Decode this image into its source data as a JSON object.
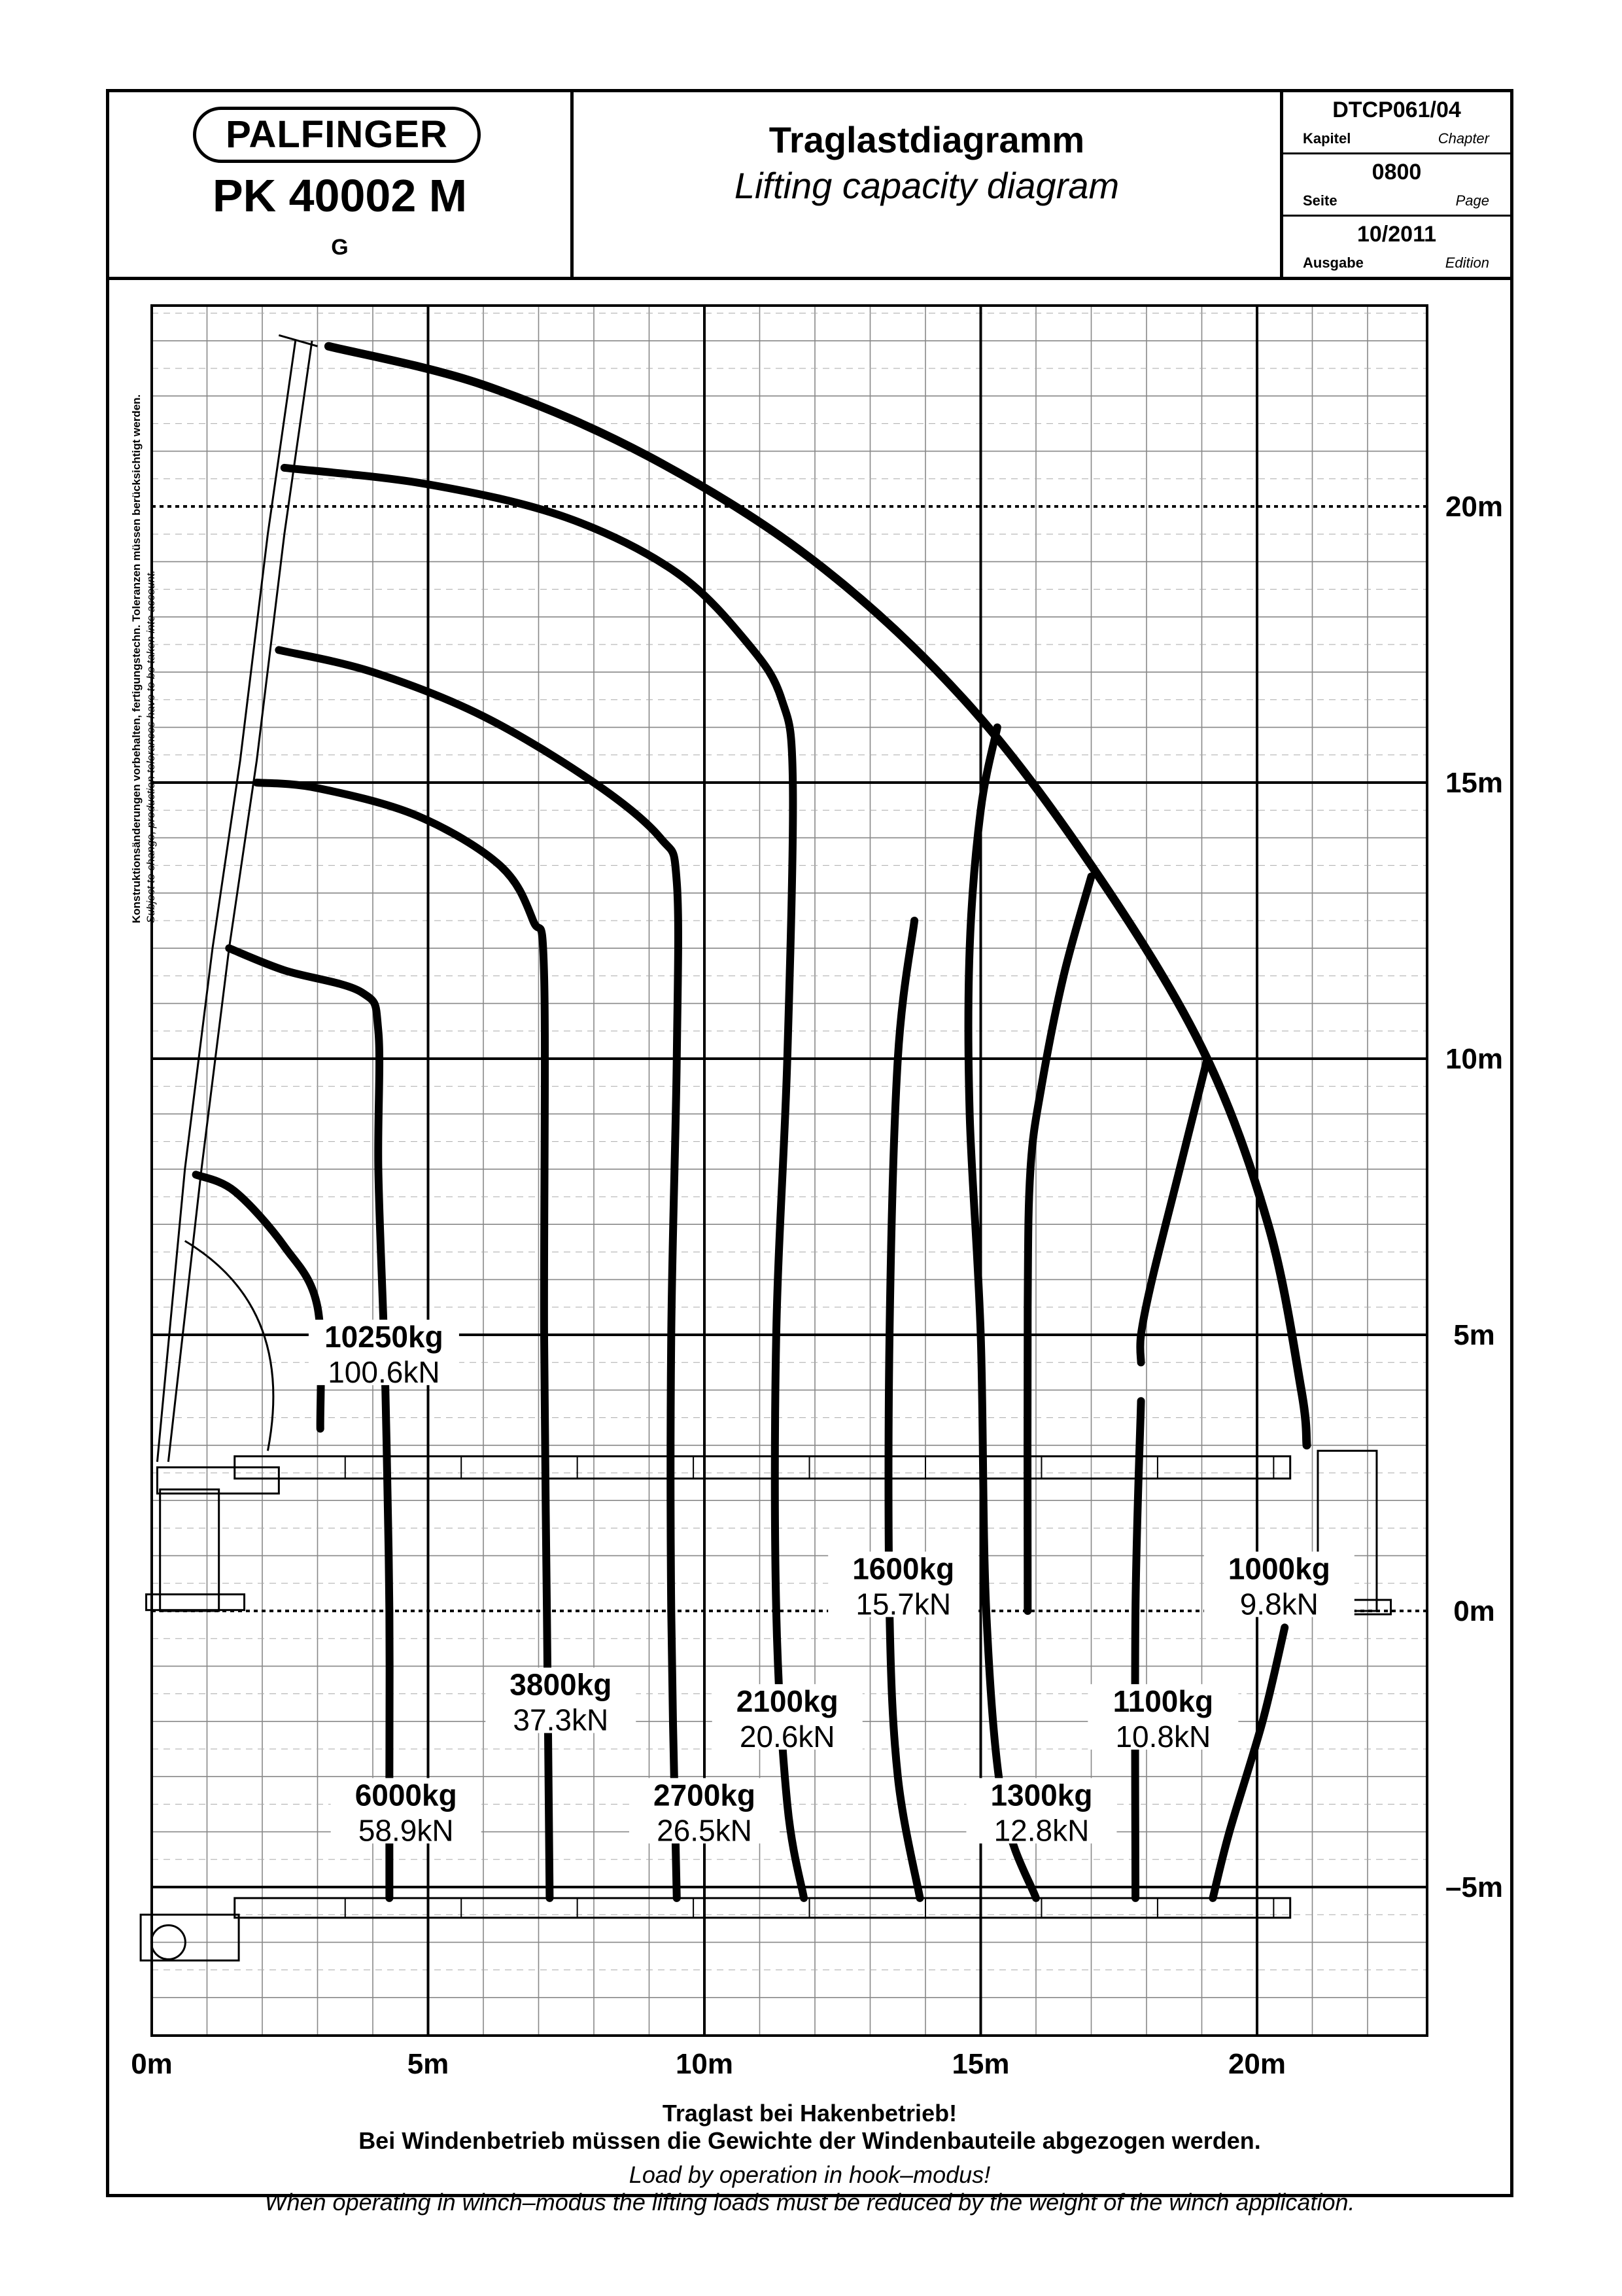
{
  "header": {
    "brand": "PALFINGER",
    "model": "PK 40002 M",
    "variant": "G",
    "title_de": "Traglastdiagramm",
    "title_en": "Lifting capacity diagram",
    "doc_number": "DTCP061/04",
    "chapter_de": "Kapitel",
    "chapter_en": "Chapter",
    "page_number": "0800",
    "page_de": "Seite",
    "page_en": "Page",
    "edition": "10/2011",
    "edition_de": "Ausgabe",
    "edition_en": "Edition"
  },
  "side_note": {
    "de": "Konstruktionsänderungen vorbehalten, fertigungstechn. Toleranzen müssen berücksichtigt werden.",
    "en": "Subject to change, production tolerances have to be taken into account."
  },
  "footer": {
    "line1_de": "Traglast bei Hakenbetrieb!",
    "line2_de": "Bei Windenbetrieb müssen die Gewichte der Windenbauteile abgezogen werden.",
    "line1_en": "Load by operation in hook–modus!",
    "line2_en": "When operating in winch–modus the lifting loads must be reduced by the weight of the winch application."
  },
  "chart_data": {
    "type": "line",
    "x_ticks": [
      "0m",
      "5m",
      "10m",
      "15m",
      "20m"
    ],
    "y_ticks": [
      "20m",
      "15m",
      "10m",
      "5m",
      "0m",
      "–5m"
    ],
    "xlim": [
      0,
      23
    ],
    "ylim": [
      -7,
      24.5
    ],
    "grid": true,
    "series": [
      {
        "load_kg": "10250kg",
        "load_kn": "100.6kN",
        "label_at": [
          4.2,
          4.8
        ],
        "points": [
          [
            0.8,
            7.9
          ],
          [
            1.5,
            7.6
          ],
          [
            2.4,
            6.6
          ],
          [
            3.0,
            5.5
          ],
          [
            3.05,
            3.3
          ]
        ]
      },
      {
        "load_kg": "6000kg",
        "load_kn": "58.9kN",
        "label_at": [
          4.6,
          -3.5
        ],
        "points": [
          [
            1.4,
            12.0
          ],
          [
            2.4,
            11.6
          ],
          [
            3.8,
            11.2
          ],
          [
            4.1,
            10.5
          ],
          [
            4.1,
            8.0
          ],
          [
            4.2,
            5.0
          ],
          [
            4.25,
            3.0
          ],
          [
            4.3,
            0.0
          ],
          [
            4.3,
            -3.0
          ],
          [
            4.3,
            -5.2
          ]
        ]
      },
      {
        "load_kg": "3800kg",
        "load_kn": "37.3kN",
        "label_at": [
          7.4,
          -1.5
        ],
        "points": [
          [
            1.9,
            15.0
          ],
          [
            3.0,
            14.9
          ],
          [
            4.8,
            14.4
          ],
          [
            6.3,
            13.5
          ],
          [
            6.9,
            12.5
          ],
          [
            7.1,
            11.5
          ],
          [
            7.1,
            5.0
          ],
          [
            7.15,
            0.0
          ],
          [
            7.2,
            -5.2
          ]
        ]
      },
      {
        "load_kg": "2700kg",
        "load_kn": "26.5kN",
        "label_at": [
          10.0,
          -3.5
        ],
        "points": [
          [
            2.3,
            17.4
          ],
          [
            4.0,
            17.0
          ],
          [
            6.0,
            16.2
          ],
          [
            8.0,
            15.0
          ],
          [
            9.2,
            14.0
          ],
          [
            9.5,
            13.2
          ],
          [
            9.5,
            10.0
          ],
          [
            9.4,
            5.0
          ],
          [
            9.4,
            0.0
          ],
          [
            9.5,
            -5.2
          ]
        ]
      },
      {
        "load_kg": "2100kg",
        "load_kn": "20.6kN",
        "label_at": [
          11.5,
          -1.8
        ],
        "points": [
          [
            2.4,
            20.7
          ],
          [
            5.0,
            20.4
          ],
          [
            7.5,
            19.8
          ],
          [
            9.5,
            18.8
          ],
          [
            10.8,
            17.5
          ],
          [
            11.4,
            16.5
          ],
          [
            11.6,
            15.0
          ],
          [
            11.5,
            10.0
          ],
          [
            11.3,
            5.0
          ],
          [
            11.3,
            0.0
          ],
          [
            11.5,
            -3.5
          ],
          [
            11.8,
            -5.2
          ]
        ]
      },
      {
        "load_kg": "1600kg",
        "load_kn": "15.7kN",
        "label_at": [
          13.6,
          0.6
        ],
        "points": [
          [
            13.8,
            12.5
          ],
          [
            13.5,
            10.0
          ],
          [
            13.35,
            5.0
          ],
          [
            13.35,
            0.0
          ],
          [
            13.5,
            -3.0
          ],
          [
            13.9,
            -5.2
          ]
        ]
      },
      {
        "load_kg": "1300kg",
        "load_kn": "12.8kN",
        "label_at": [
          16.1,
          -3.5
        ],
        "points": [
          [
            15.3,
            16.0
          ],
          [
            15.0,
            14.5
          ],
          [
            14.8,
            12.0
          ],
          [
            14.8,
            9.0
          ],
          [
            15.0,
            5.0
          ],
          [
            15.1,
            0.0
          ],
          [
            15.4,
            -3.5
          ],
          [
            16.0,
            -5.2
          ]
        ]
      },
      {
        "load_kg": "1100kg",
        "load_kn": "10.8kN",
        "label_at": [
          18.3,
          -1.8
        ],
        "points": [
          [
            17.0,
            13.3
          ],
          [
            16.5,
            11.5
          ],
          [
            16.1,
            9.5
          ],
          [
            15.9,
            8.0
          ],
          [
            15.85,
            5.5
          ],
          [
            15.85,
            0.0
          ]
        ]
      },
      {
        "load_kg": "1000kg",
        "load_kn": "9.8kN",
        "label_at": [
          20.4,
          0.6
        ],
        "points": [
          [
            19.1,
            10.0
          ],
          [
            18.6,
            8.0
          ],
          [
            18.1,
            6.0
          ],
          [
            17.9,
            5.0
          ],
          [
            17.9,
            4.5
          ]
        ]
      }
    ],
    "series_lower": [
      {
        "points": [
          [
            17.9,
            3.8
          ],
          [
            17.8,
            0.0
          ],
          [
            17.8,
            -5.2
          ]
        ]
      },
      {
        "points": [
          [
            20.5,
            -0.3
          ],
          [
            20.1,
            -2.0
          ],
          [
            19.5,
            -4.0
          ],
          [
            19.2,
            -5.2
          ]
        ]
      }
    ],
    "envelope": [
      [
        3.2,
        22.9
      ],
      [
        6.0,
        22.2
      ],
      [
        9.0,
        20.9
      ],
      [
        12.0,
        19.0
      ],
      [
        14.7,
        16.5
      ],
      [
        17.0,
        13.5
      ],
      [
        19.0,
        10.2
      ],
      [
        20.2,
        7.0
      ],
      [
        20.8,
        4.0
      ],
      [
        20.9,
        3.0
      ]
    ]
  }
}
